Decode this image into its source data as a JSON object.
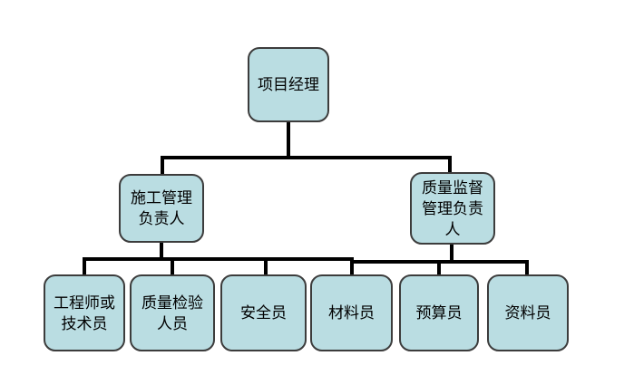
{
  "diagram": {
    "type": "org-chart",
    "title": "",
    "colors": {
      "node-fill": "#badde2",
      "node-border": "#3c3c3c",
      "connector": "#000000",
      "text": "#000000",
      "bg": "#ffffff"
    },
    "nodes": {
      "project_manager": {
        "label": "项目经理"
      },
      "construction_manager": {
        "label": "施工管理负责人"
      },
      "quality_supervision_manager": {
        "label": "质量监督管理负责人"
      },
      "engineer_or_technician": {
        "label": "工程师或技术员"
      },
      "quality_inspector": {
        "label": "质量检验人员"
      },
      "safety_officer": {
        "label": "安全员"
      },
      "material_officer": {
        "label": "材料员"
      },
      "budget_officer": {
        "label": "预算员"
      },
      "document_officer": {
        "label": "资料员"
      }
    },
    "structure": {
      "level1": [
        "project_manager"
      ],
      "level2": [
        "construction_manager",
        "quality_supervision_manager"
      ],
      "level3": [
        "engineer_or_technician",
        "quality_inspector",
        "safety_officer",
        "material_officer",
        "budget_officer",
        "document_officer"
      ]
    }
  }
}
